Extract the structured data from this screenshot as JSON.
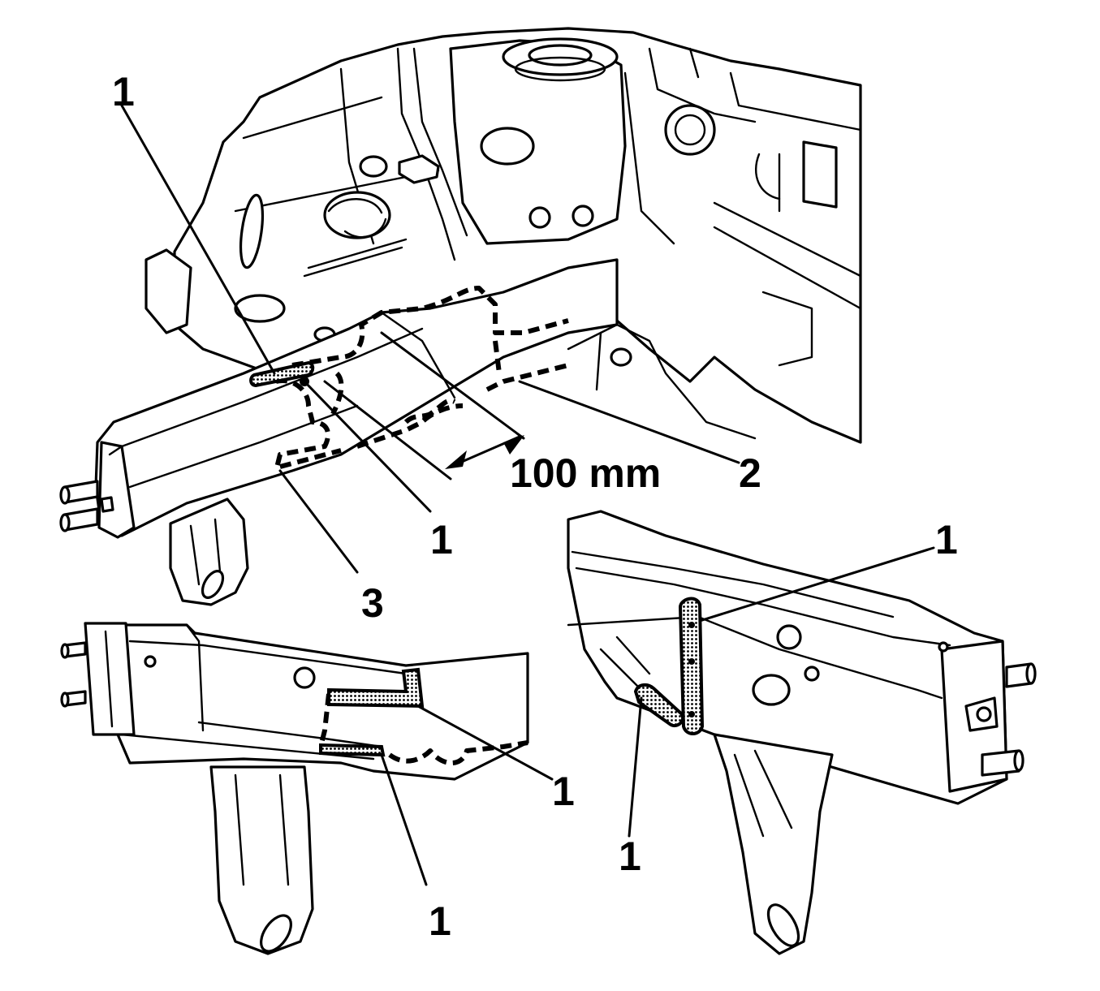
{
  "callouts": {
    "top_left": "1",
    "top_center": "1",
    "top_2": "2",
    "top_3": "3",
    "dimension": "100 mm",
    "right_top": "1",
    "right_bottom": "1",
    "bottom_left_upper": "1",
    "bottom_left_lower": "1"
  },
  "colors": {
    "line": "#000000",
    "background": "#ffffff",
    "weld_fill": "#9a9a9a"
  }
}
